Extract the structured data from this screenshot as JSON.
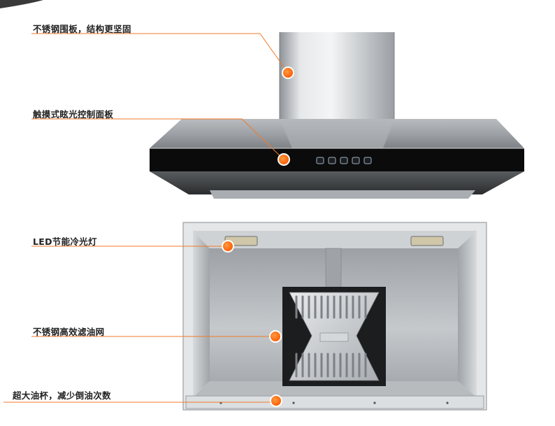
{
  "callouts": [
    {
      "id": "panel",
      "text": "不锈钢围板，结构更坚固"
    },
    {
      "id": "touch",
      "text": "触摸式眩光控制面板"
    },
    {
      "id": "led",
      "text": "LED节能冷光灯"
    },
    {
      "id": "filter",
      "text": "不锈钢高效滤油网"
    },
    {
      "id": "cup",
      "text": "超大油杯，减少倒油次数"
    }
  ],
  "colors": {
    "callout_dot": "#ff6a10",
    "callout_line": "#f07a2a",
    "steel_light": "#c9ccce",
    "steel_dark": "#6d7175",
    "glass_black": "#0b0b0b"
  },
  "icons": [
    "touch-button-icon",
    "touch-button-icon",
    "touch-button-icon",
    "touch-button-icon",
    "touch-button-icon"
  ]
}
